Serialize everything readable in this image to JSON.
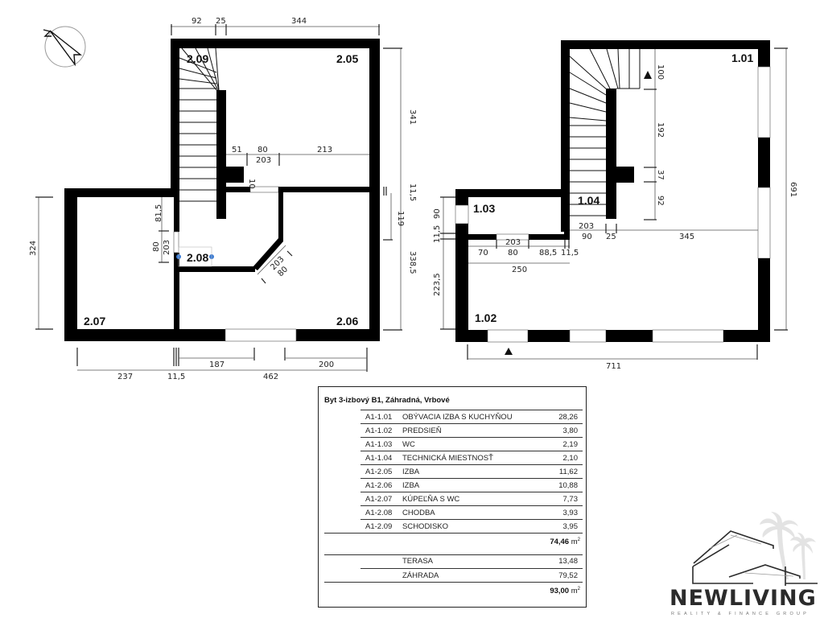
{
  "floor2": {
    "rooms": [
      {
        "id": "2.09",
        "label": "2.09"
      },
      {
        "id": "2.05",
        "label": "2.05"
      },
      {
        "id": "2.08",
        "label": "2.08"
      },
      {
        "id": "2.07",
        "label": "2.07"
      },
      {
        "id": "2.06",
        "label": "2.06"
      }
    ],
    "dimensions": {
      "top_92": "92",
      "top_25": "25",
      "top_344": "344",
      "right_341": "341",
      "right_11_5": "11,5",
      "right_119": "119",
      "right_338_5": "338,5",
      "inner_51": "51",
      "inner_80": "80",
      "inner_203": "203",
      "inner_213": "213",
      "inner_10": "10",
      "left_324": "324",
      "left_81_5": "81,5",
      "left_80": "80",
      "left_203": "203",
      "diag_203": "203",
      "diag_80": "80",
      "bottom_187": "187",
      "bottom_200": "200",
      "bottom_237": "237",
      "bottom_11_5": "11,5",
      "bottom_462": "462"
    }
  },
  "floor1": {
    "rooms": [
      {
        "id": "1.01",
        "label": "1.01"
      },
      {
        "id": "1.04",
        "label": "1.04"
      },
      {
        "id": "1.03",
        "label": "1.03"
      },
      {
        "id": "1.02",
        "label": "1.02"
      }
    ],
    "dimensions": {
      "right_100": "100",
      "right_192": "192",
      "right_37": "37",
      "right_92": "92",
      "right_691": "691",
      "stair_203": "203",
      "stair_90": "90",
      "stair_25": "25",
      "stair_345": "345",
      "left_90": "90",
      "left_11_5": "11,5",
      "left_223_5": "223,5",
      "wc_70": "70",
      "wc_203": "203",
      "wc_80": "80",
      "wc_88_5": "88,5",
      "wc_11_5": "11,5",
      "wc_250": "250",
      "bottom_711": "711"
    }
  },
  "area_table": {
    "title": "Byt 3-izbový B1, Záhradná, Vrbové",
    "rows": [
      {
        "code": "A1-1.01",
        "name": "OBÝVACIA IZBA S KUCHYŇOU",
        "area": "28,26"
      },
      {
        "code": "A1-1.02",
        "name": "PREDSIEŇ",
        "area": "3,80"
      },
      {
        "code": "A1-1.03",
        "name": "WC",
        "area": "2,19"
      },
      {
        "code": "A1-1.04",
        "name": "TECHNICKÁ MIESTNOSŤ",
        "area": "2,10"
      },
      {
        "code": "A1-2.05",
        "name": "IZBA",
        "area": "11,62"
      },
      {
        "code": "A1-2.06",
        "name": "IZBA",
        "area": "10,88"
      },
      {
        "code": "A1-2.07",
        "name": "KÚPEĽŇA S WC",
        "area": "7,73"
      },
      {
        "code": "A1-2.08",
        "name": "CHODBA",
        "area": "3,93"
      },
      {
        "code": "A1-2.09",
        "name": "SCHODISKO",
        "area": "3,95"
      }
    ],
    "subtotal": "74,46",
    "extra_rows": [
      {
        "name": "TERASA",
        "area": "13,48"
      },
      {
        "name": "ZÁHRADA",
        "area": "79,52"
      }
    ],
    "total": "93,00",
    "unit": "m",
    "unit_exp": "2"
  },
  "logo": {
    "word": "NEWLIVING",
    "tagline": "REALITY & FINANCE GROUP"
  },
  "compass": {
    "icon": "north-arrow-icon",
    "label": "N"
  },
  "colors": {
    "wall": "#000000",
    "text": "#111111",
    "dim_line": "#555555",
    "marker": "#3a7bd5"
  }
}
